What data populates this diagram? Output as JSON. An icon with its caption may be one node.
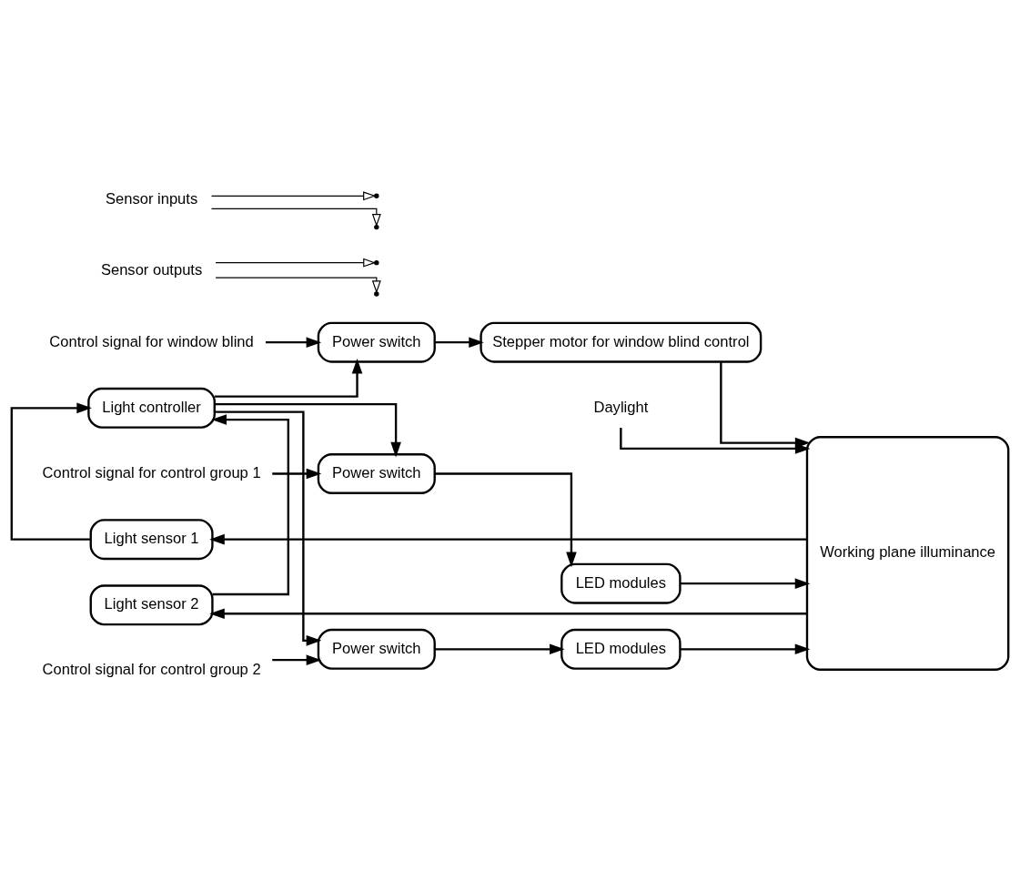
{
  "diagram": {
    "nodes": [
      {
        "text": [
          "Light controller"
        ]
      },
      {
        "text": [
          "Power switch"
        ]
      },
      {
        "text": [
          "LED modules"
        ]
      },
      {
        "text": [
          "Power switch"
        ]
      },
      {
        "text": [
          "LED modules"
        ]
      },
      {
        "text": [
          "Working plane illuminance"
        ]
      },
      {
        "text": [
          "Light sensor 1"
        ]
      },
      {
        "text": [
          "Power switch"
        ]
      },
      {
        "text": [
          "Stepper motor for window blind control"
        ]
      },
      {
        "text": [
          "Light sensor 2"
        ]
      },
      {
        "text": [
          "Control signal for control group 1"
        ]
      },
      {
        "text": [
          "Control signal for control group 2"
        ]
      },
      {
        "text": [
          "Control signal for window blind"
        ]
      },
      {
        "text": [
          "Daylight"
        ]
      },
      {
        "text": [
          "Sensor outputs"
        ]
      },
      {
        "text": [
          "Sensor inputs"
        ]
      }
    ],
    "edges": [
      {
        "from": 0,
        "to": 1,
        "arrow": "to"
      },
      {
        "from": 0,
        "to": 3,
        "arrow": "to"
      },
      {
        "from": 0,
        "to": 7,
        "arrow": "to"
      },
      {
        "from": 1,
        "to": 2,
        "arrow": "to"
      },
      {
        "from": 3,
        "to": 4,
        "arrow": "to"
      },
      {
        "from": 7,
        "to": 8,
        "arrow": "to"
      },
      {
        "from": 2,
        "to": 5,
        "arrow": "to"
      },
      {
        "from": 4,
        "to": 5,
        "arrow": "to"
      },
      {
        "from": 8,
        "to": 5,
        "arrow": "to"
      },
      {
        "from": 5,
        "to": 6,
        "arrow": "to"
      },
      {
        "from": 5,
        "to": 9,
        "arrow": "to"
      },
      {
        "from": 6,
        "to": 0,
        "arrow": "to"
      },
      {
        "from": 9,
        "to": 0,
        "arrow": "to"
      },
      {
        "from": 10,
        "to": 1,
        "arrow": "to"
      },
      {
        "from": 11,
        "to": 3,
        "arrow": "to"
      },
      {
        "from": 12,
        "to": 7,
        "arrow": "to"
      },
      {
        "from": 13,
        "to": 5,
        "arrow": "to"
      },
      {
        "from": 14,
        "to": null,
        "arrow": "to"
      },
      {
        "from": 14,
        "to": null,
        "arrow": "to"
      },
      {
        "from": 15,
        "to": null,
        "arrow": "to"
      },
      {
        "from": 15,
        "to": null,
        "arrow": "to"
      }
    ]
  }
}
